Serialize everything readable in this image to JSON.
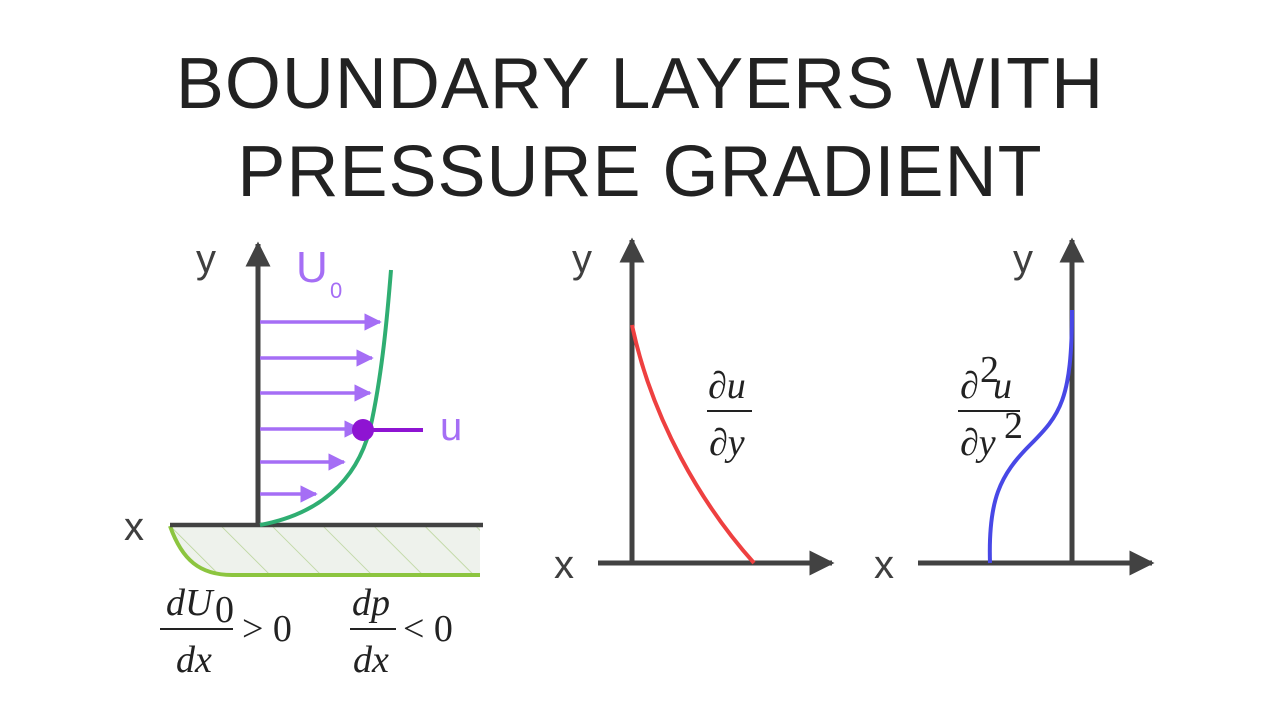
{
  "title": {
    "line1": "BOUNDARY LAYERS WITH",
    "line2": "PRESSURE GRADIENT"
  },
  "colors": {
    "axis": "#424242",
    "free_stream_arrows": "#a56ef5",
    "velocity_profile": "#2fae72",
    "local_velocity": "#8e14d2",
    "wall_outline": "#8cc53f",
    "wall_hatch": "#e7eee4",
    "first_derivative_curve": "#ee4040",
    "second_derivative_curve": "#4848e6"
  },
  "panel1": {
    "y_label": "y",
    "x_label": "x",
    "free_stream_label": "U",
    "free_stream_subscript": "0",
    "local_velocity_label": "u",
    "condition1": {
      "numerator": "dU",
      "numerator_subscript": "0",
      "denominator": "dx",
      "relation": "> 0"
    },
    "condition2": {
      "numerator": "dp",
      "denominator": "dx",
      "relation": "< 0"
    }
  },
  "panel2": {
    "y_label": "y",
    "x_label": "x",
    "numerator": "∂u",
    "denominator": "∂y"
  },
  "panel3": {
    "y_label": "y",
    "x_label": "x",
    "numerator": "∂",
    "numerator_power": "2",
    "numerator_var": "u",
    "denominator": "∂y",
    "denominator_power": "2"
  }
}
